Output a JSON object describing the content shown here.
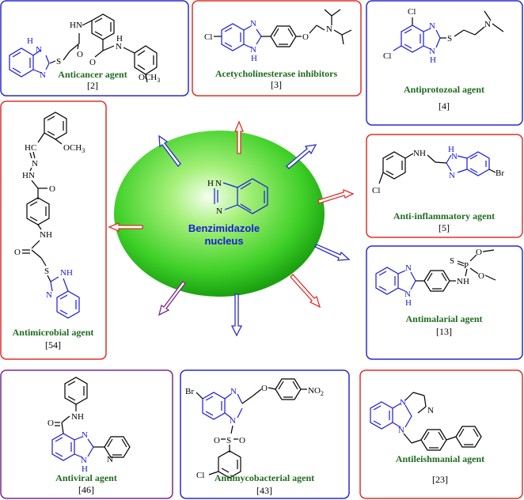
{
  "center": {
    "line1": "Benzimidazole",
    "line2": "nucleus"
  },
  "panels": {
    "anticancer": {
      "label": "Anticancer agent",
      "ref": "[2]"
    },
    "ache": {
      "label": "Acetycholinesterase inhibitors",
      "ref": "[3]"
    },
    "antiprotozoal": {
      "label": "Antiprotozoal agent",
      "ref": "[4]"
    },
    "antiinflammatory": {
      "label": "Anti-inflammatory agent",
      "ref": "[5]"
    },
    "antimalarial": {
      "label": "Antimalarial agent",
      "ref": "[13]"
    },
    "antimicrobial": {
      "label": "Antimicrobial agent",
      "ref": "[54]"
    },
    "antiviral": {
      "label": "Antiviral agent",
      "ref": "[46]"
    },
    "antimycobacterial": {
      "label": "Antimycobacterial agent",
      "ref": "[43]"
    },
    "antileishmanial": {
      "label": "Antileishmanial agent",
      "ref": "[23]"
    }
  },
  "atoms": {
    "N": "N",
    "NH": "NH",
    "HN": "HN",
    "H": "H",
    "O": "O",
    "S": "S",
    "Cl": "Cl",
    "Br": "Br",
    "P": "P",
    "OCH3": "OCH",
    "sub3": "3",
    "NO2": "NO",
    "sub2": "2",
    "HC": "HC",
    "HNN": "HN"
  },
  "colors": {
    "red_border": "#e0302a",
    "blue_border": "#2a2ad0",
    "purple_border": "#7a2a8a",
    "label_green": "#1f6b1f",
    "ring_blue": "#1a1adc"
  }
}
